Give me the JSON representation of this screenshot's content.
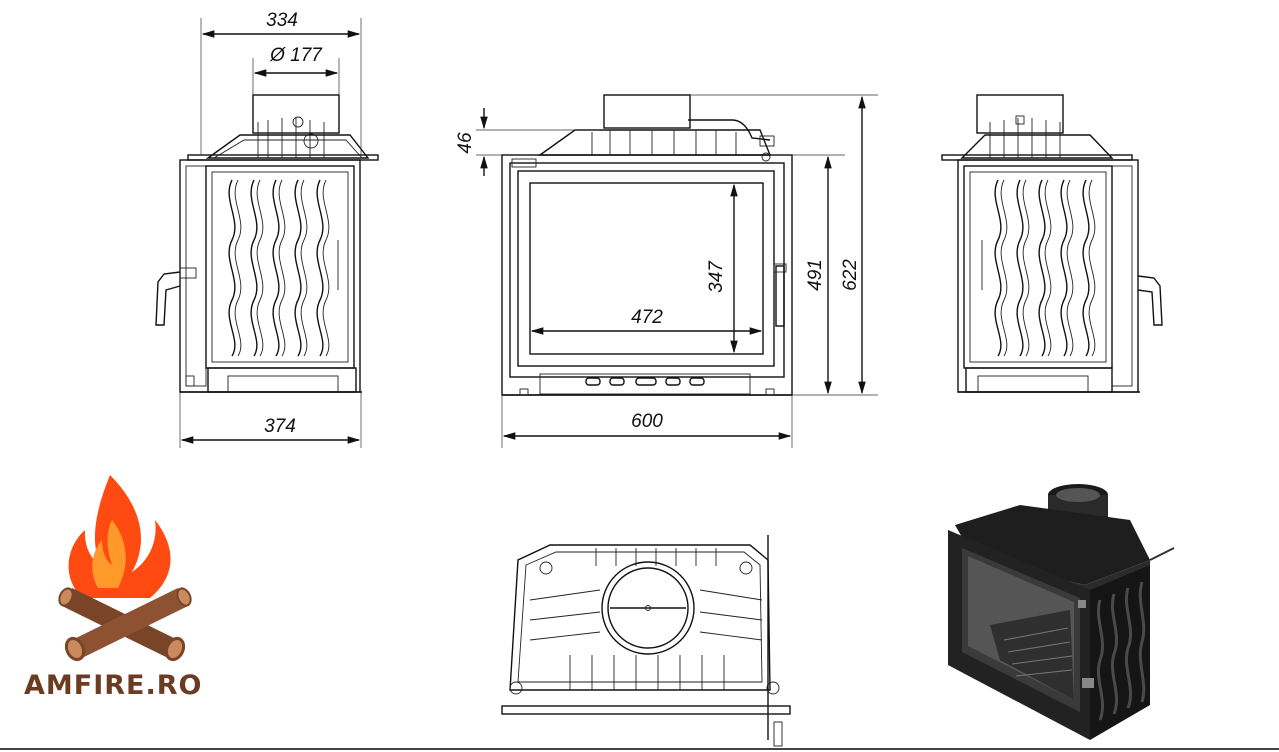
{
  "brand": {
    "name": "AMFIRE.RO",
    "flame_color": "#ff4a12",
    "wood_color": "#7a4428"
  },
  "dimensions": {
    "top_width": "334",
    "flue_diameter": "Ø 177",
    "side_depth": "374",
    "top_offset": "46",
    "window_height": "347",
    "window_width": "472",
    "door_height": "491",
    "total_height": "622",
    "front_width": "600"
  },
  "views": [
    "side-view-left",
    "front-view",
    "side-view-right",
    "top-view",
    "3d-render"
  ]
}
